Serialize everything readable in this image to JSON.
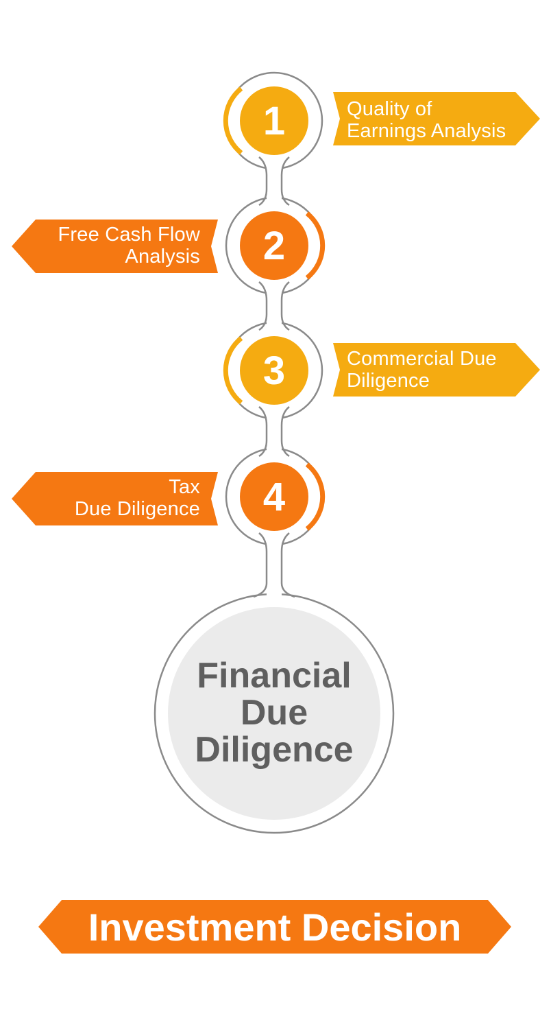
{
  "colors": {
    "yellow": "#f5ab11",
    "orange": "#f57812",
    "outline": "#8a8a8a",
    "center_fill": "#ebebeb",
    "center_text": "#5f5f5f"
  },
  "steps": [
    {
      "number": "1",
      "lines": [
        "Quality of",
        "Earnings Analysis"
      ],
      "color": "#f5ab11",
      "side": "right"
    },
    {
      "number": "2",
      "lines": [
        "Free Cash Flow",
        "Analysis"
      ],
      "color": "#f57812",
      "side": "left"
    },
    {
      "number": "3",
      "lines": [
        "Commercial Due",
        "Diligence"
      ],
      "color": "#f5ab11",
      "side": "right"
    },
    {
      "number": "4",
      "lines": [
        "Tax",
        "Due Diligence"
      ],
      "color": "#f57812",
      "side": "left"
    }
  ],
  "center": {
    "lines": [
      "Financial",
      "Due",
      "Diligence"
    ]
  },
  "decision": {
    "label": "Investment Decision"
  }
}
